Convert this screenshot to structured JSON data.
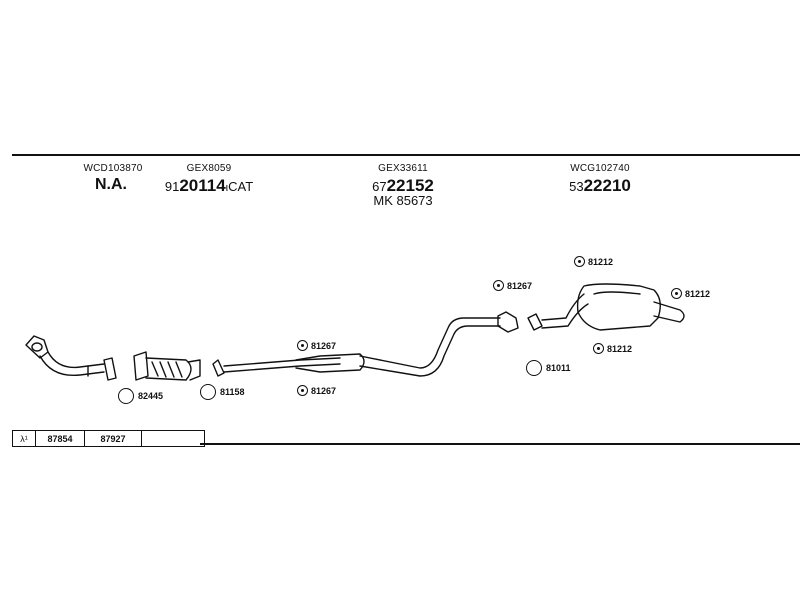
{
  "references": {
    "front_pipe": "WCD103870",
    "catalyst": "GEX8059",
    "middle": "GEX33611",
    "rear": "WCG102740"
  },
  "part_numbers": {
    "front_pipe": "N.A.",
    "catalyst_prefix": "91",
    "catalyst_main": "20114",
    "catalyst_tick": "ι",
    "catalyst_suffix": "CAT",
    "middle_prefix": "67",
    "middle_main": "22152",
    "middle_mk": "MK 85673",
    "rear_prefix": "53",
    "rear_main": "22210"
  },
  "callouts": {
    "c82445": "82445",
    "c81158": "81158",
    "c81267_a": "81267",
    "c81267_b": "81267",
    "c81267_c": "81267",
    "c81011": "81011",
    "c81212_a": "81212",
    "c81212_b": "81212",
    "c81212_c": "81212"
  },
  "sensor_table": {
    "label": "λ¹",
    "cells": [
      "87854",
      "87927",
      ""
    ]
  }
}
